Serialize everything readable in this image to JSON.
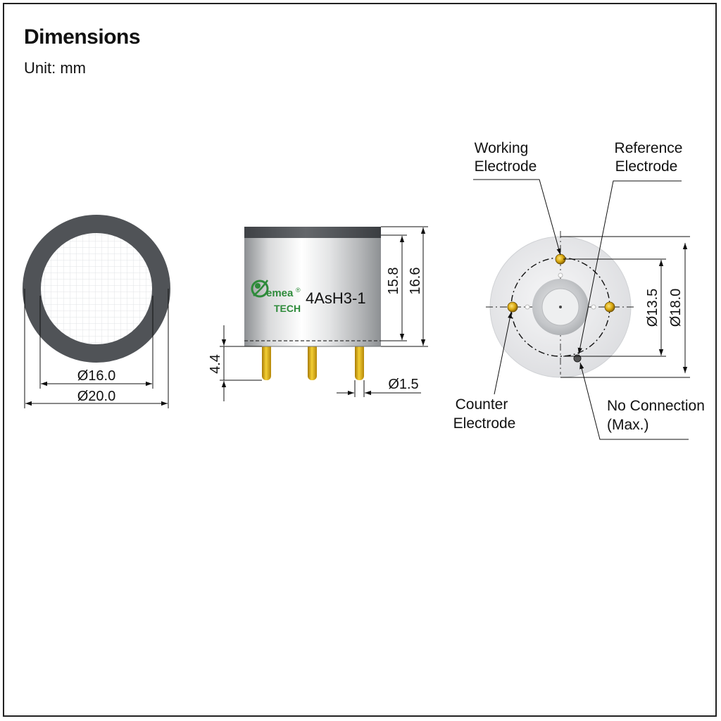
{
  "header": {
    "title": "Dimensions",
    "unit": "Unit: mm"
  },
  "front_view": {
    "inner_diameter": "Ø16.0",
    "outer_diameter": "Ø20.0"
  },
  "side_view": {
    "model": "4AsH3-1",
    "logo_line1": "emea",
    "logo_line2": "TECH",
    "logo_mark": "®",
    "height_body": "15.8",
    "height_total": "16.6",
    "pin_length": "4.4",
    "pin_diameter": "Ø1.5"
  },
  "bottom_view": {
    "working_line1": "Working",
    "working_line2": "Electrode",
    "reference_line1": "Reference",
    "reference_line2": "Electrode",
    "counter_line1": "Counter",
    "counter_line2": "Electrode",
    "noconn_line1": "No Connection",
    "noconn_line2": "(Max.)",
    "pin_circle": "Ø13.5",
    "outer_diameter": "Ø18.0"
  },
  "colors": {
    "ring": "#505357",
    "pin_gold": "#d9a80e",
    "logo_green": "#2e8b3a"
  }
}
